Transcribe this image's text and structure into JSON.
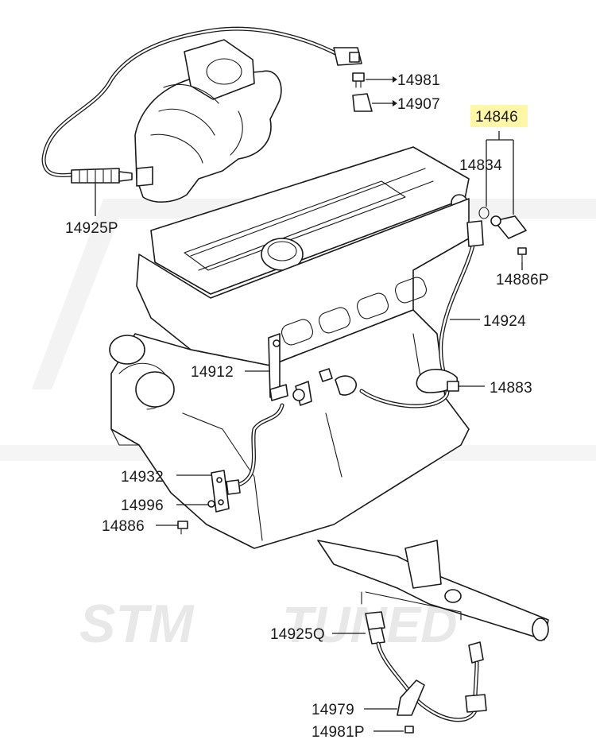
{
  "watermark": {
    "brand": "STM",
    "word": "TUNED",
    "color": "#e6e6e6"
  },
  "highlight_color": "#fff6a8",
  "parts": {
    "p14981_top": "14981",
    "p14907": "14907",
    "p14846": "14846",
    "p14834": "14834",
    "p14925P": "14925P",
    "p14886P": "14886P",
    "p14924": "14924",
    "p14912": "14912",
    "p14883": "14883",
    "p14932": "14932",
    "p14996": "14996",
    "p14886": "14886",
    "p14925Q": "14925Q",
    "p14979": "14979",
    "p14981P": "14981P"
  }
}
